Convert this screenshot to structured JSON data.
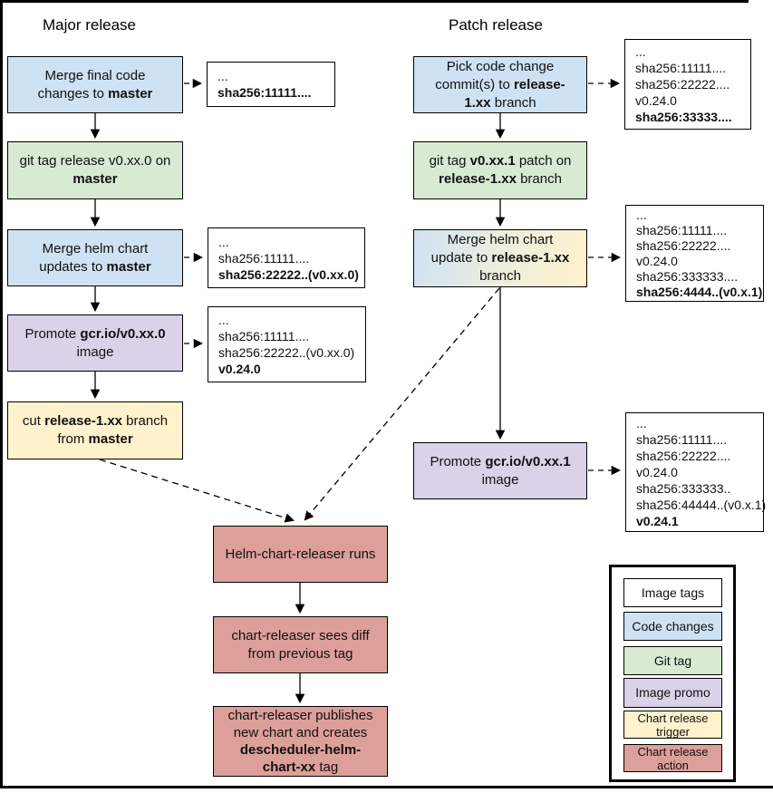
{
  "diagram": {
    "major_title": "Major release",
    "patch_title": "Patch release"
  },
  "colors": {
    "image_tags": "#ffffff",
    "code_changes": "#cfe2f3",
    "git_tag": "#d9ead3",
    "image_promo": "#d9d2e9",
    "chart_release_trigger": "#fff2cc",
    "chart_release_action": "#dd9f99",
    "outline": "#000000"
  },
  "nodes": {
    "merge_final_code": {
      "segments": [
        {
          "t": "Merge final code changes to ",
          "b": false
        },
        {
          "t": "master",
          "b": true
        }
      ]
    },
    "git_tag_major": {
      "segments": [
        {
          "t": "git tag release v0.xx.0 on ",
          "b": false
        },
        {
          "t": "master",
          "b": true
        }
      ]
    },
    "merge_helm_master": {
      "segments": [
        {
          "t": "Merge helm chart updates to ",
          "b": false
        },
        {
          "t": "master",
          "b": true
        }
      ]
    },
    "promote_major": {
      "segments": [
        {
          "t": "Promote ",
          "b": false
        },
        {
          "t": "gcr.io/v0.xx.0",
          "b": true
        },
        {
          "t": " image",
          "b": false
        }
      ]
    },
    "cut_release_branch": {
      "segments": [
        {
          "t": "cut ",
          "b": false
        },
        {
          "t": "release-1.xx",
          "b": true
        },
        {
          "t": " branch from ",
          "b": false
        },
        {
          "t": "master",
          "b": true
        }
      ]
    },
    "pick_code_change": {
      "segments": [
        {
          "t": "Pick code change commit(s) to ",
          "b": false
        },
        {
          "t": "release-1.xx",
          "b": true
        },
        {
          "t": " branch",
          "b": false
        }
      ]
    },
    "git_tag_patch": {
      "segments": [
        {
          "t": "git tag ",
          "b": false
        },
        {
          "t": "v0.xx.1",
          "b": true
        },
        {
          "t": " patch on ",
          "b": false
        },
        {
          "t": "release-1.xx",
          "b": true
        },
        {
          "t": " branch",
          "b": false
        }
      ]
    },
    "merge_helm_release": {
      "segments": [
        {
          "t": "Merge helm chart update to ",
          "b": false
        },
        {
          "t": "release-1.xx",
          "b": true
        },
        {
          "t": " branch",
          "b": false
        }
      ]
    },
    "promote_patch": {
      "segments": [
        {
          "t": "Promote ",
          "b": false
        },
        {
          "t": "gcr.io/v0.xx.1",
          "b": true
        },
        {
          "t": " image",
          "b": false
        }
      ]
    },
    "releaser_runs": {
      "segments": [
        {
          "t": "Helm-chart-releaser runs",
          "b": false
        }
      ]
    },
    "releaser_diff": {
      "segments": [
        {
          "t": "chart-releaser sees diff from previous tag",
          "b": false
        }
      ]
    },
    "releaser_publish": {
      "segments": [
        {
          "t": "chart-releaser publishes new chart and creates ",
          "b": false
        },
        {
          "t": "descheduler-helm-chart-xx",
          "b": true
        },
        {
          "t": " tag",
          "b": false
        }
      ]
    }
  },
  "annotations": {
    "major_1": {
      "lines": [
        {
          "t": "...",
          "b": false
        },
        {
          "t": "sha256:11111....",
          "b": true
        }
      ]
    },
    "major_2": {
      "lines": [
        {
          "t": "...",
          "b": false
        },
        {
          "t": "sha256:11111....",
          "b": false
        },
        {
          "t": "sha256:22222..(v0.xx.0)",
          "b": true
        }
      ]
    },
    "major_3": {
      "lines": [
        {
          "t": "...",
          "b": false
        },
        {
          "t": "sha256:11111....",
          "b": false
        },
        {
          "t": "sha256:22222..(v0.xx.0)",
          "b": false
        },
        {
          "t": "v0.24.0",
          "b": true
        }
      ]
    },
    "patch_1": {
      "lines": [
        {
          "t": "...",
          "b": false
        },
        {
          "t": "sha256:11111....",
          "b": false
        },
        {
          "t": "sha256:22222....",
          "b": false
        },
        {
          "t": "v0.24.0",
          "b": false
        },
        {
          "t": "sha256:33333....",
          "b": true
        }
      ]
    },
    "patch_2": {
      "lines": [
        {
          "t": "...",
          "b": false
        },
        {
          "t": "sha256:11111....",
          "b": false
        },
        {
          "t": "sha256:22222....",
          "b": false
        },
        {
          "t": "v0.24.0",
          "b": false
        },
        {
          "t": "sha256:333333....",
          "b": false
        },
        {
          "t": "sha256:4444..(v0.x.1)",
          "b": true
        }
      ]
    },
    "patch_3": {
      "lines": [
        {
          "t": "...",
          "b": false
        },
        {
          "t": "sha256:11111....",
          "b": false
        },
        {
          "t": "sha256:22222....",
          "b": false
        },
        {
          "t": "v0.24.0",
          "b": false
        },
        {
          "t": "sha256:333333..",
          "b": false
        },
        {
          "t": "sha256:44444..(v0.x.1)",
          "b": false
        },
        {
          "t": "v0.24.1",
          "b": true
        }
      ]
    }
  },
  "legend": {
    "items": [
      {
        "label": "Image tags"
      },
      {
        "label": "Code changes"
      },
      {
        "label": "Git tag"
      },
      {
        "label": "Image promo"
      },
      {
        "label": "Chart release trigger"
      },
      {
        "label": "Chart release action"
      }
    ]
  }
}
